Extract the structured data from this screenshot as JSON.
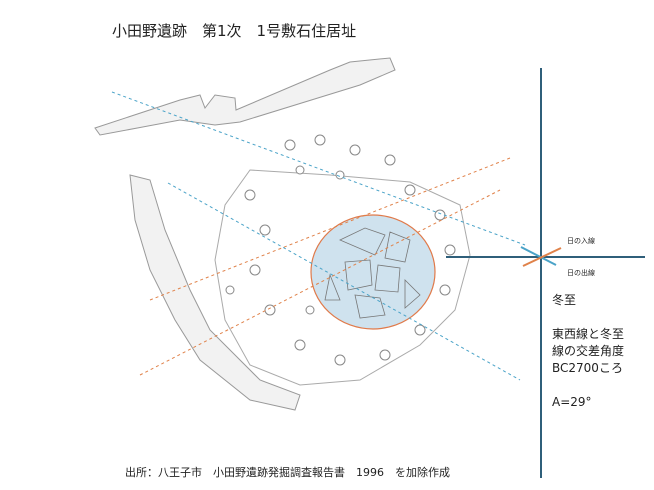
{
  "title": "小田野遺跡　第1次　1号敷石住居址",
  "footer": "出所：八王子市　小田野遺跡発掘調査報告書　1996　を加除作成",
  "labels": {
    "sunset_line": "日の入線",
    "sunrise_line": "日の出線"
  },
  "notes": {
    "season": "冬至",
    "desc1": "東西線と冬至",
    "desc2": "線の交差角度",
    "era": "BC2700ころ",
    "angle": "A=29°"
  },
  "colors": {
    "axis": "#2f5f7a",
    "blue_dash": "#4aa3c8",
    "orange_dash": "#e0824a",
    "ellipse_fill": "#cfe2ee",
    "ellipse_stroke": "#e07a4a"
  }
}
